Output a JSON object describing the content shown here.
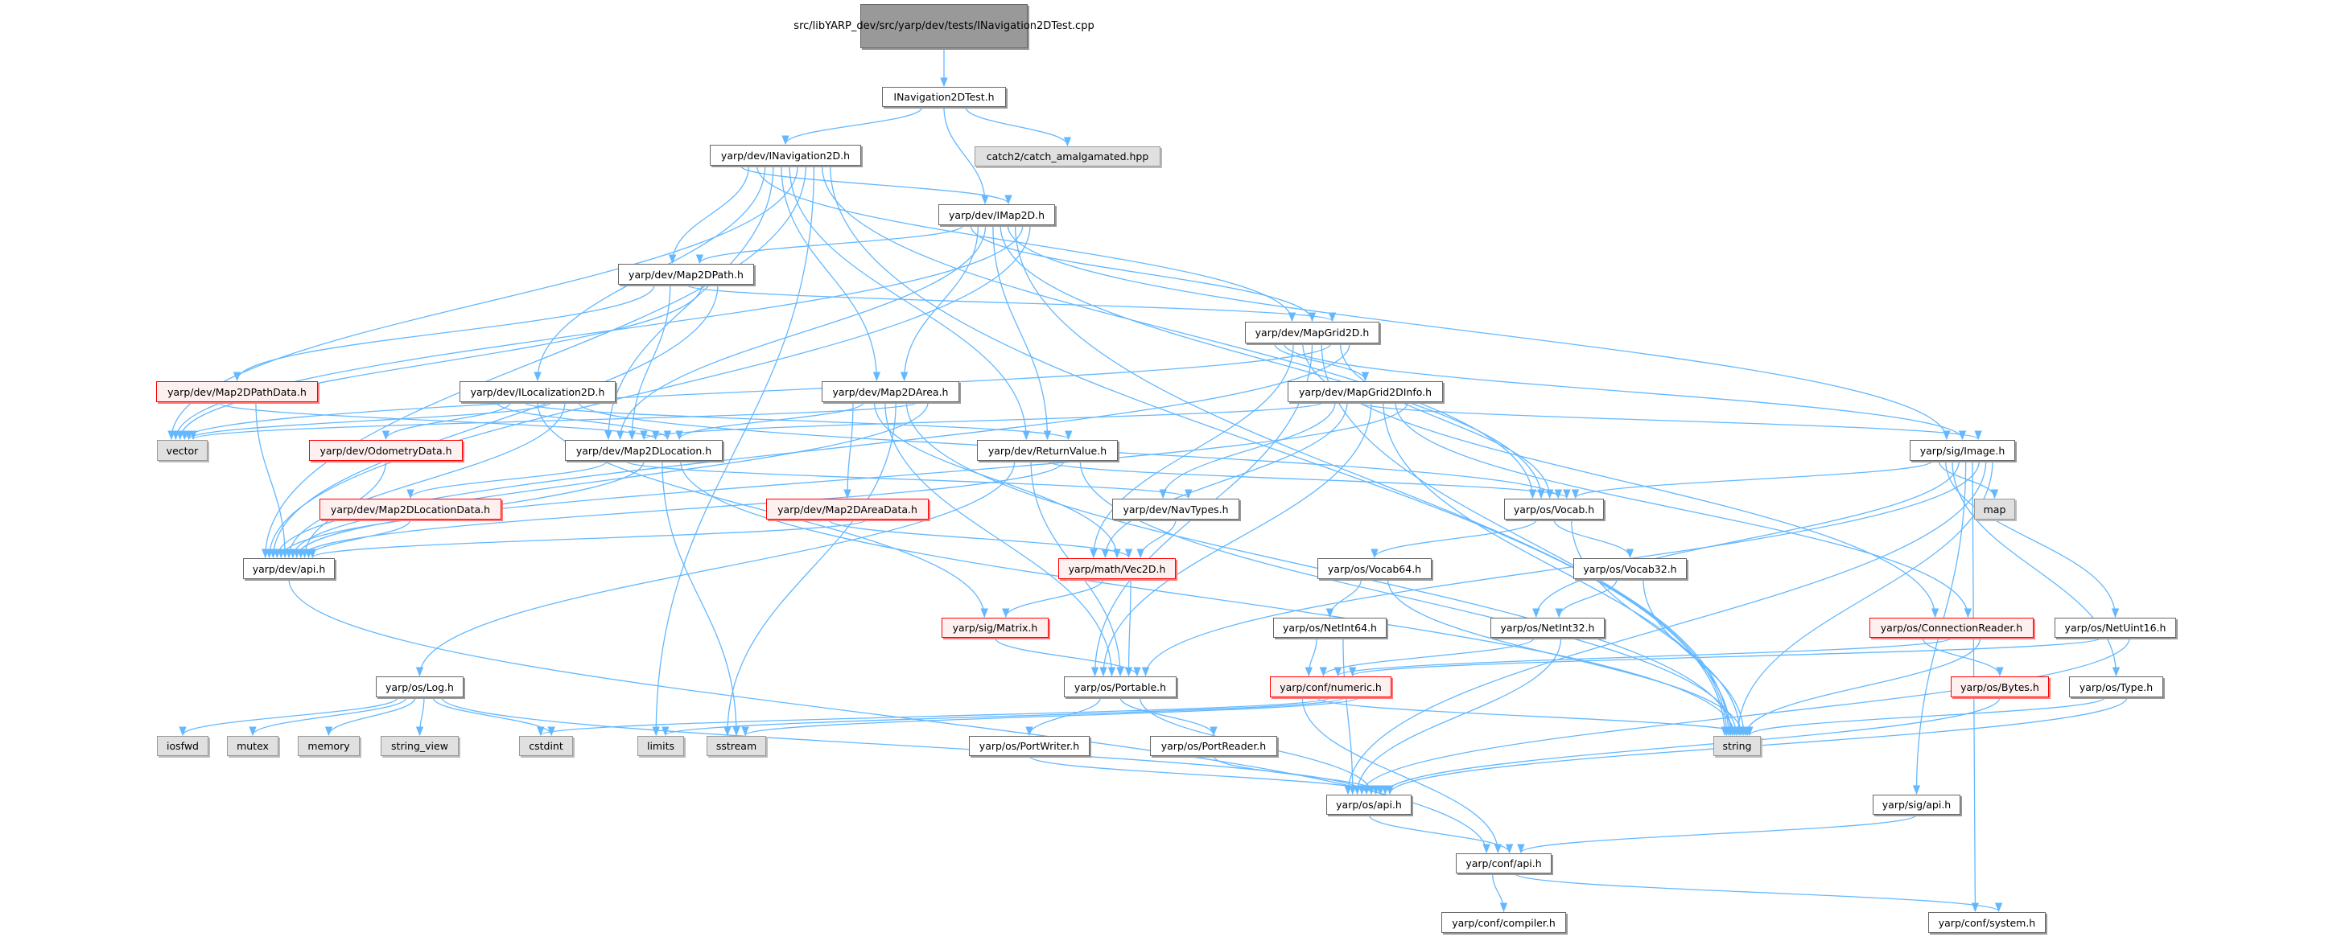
{
  "graph": {
    "title": "Include dependency graph",
    "edge_color": "#63b8ff",
    "nodes": {
      "cpp": {
        "label": "src/libYARP_dev/src/yarp/dev/tests/INavigation2DTest.cpp",
        "kind": "root"
      },
      "test_h": {
        "label": "INavigation2DTest.h",
        "kind": "normal"
      },
      "inav": {
        "label": "yarp/dev/INavigation2D.h",
        "kind": "normal"
      },
      "catch2": {
        "label": "catch2/catch_amalgamated.hpp",
        "kind": "sys"
      },
      "imap": {
        "label": "yarp/dev/IMap2D.h",
        "kind": "normal"
      },
      "path": {
        "label": "yarp/dev/Map2DPath.h",
        "kind": "normal"
      },
      "grid": {
        "label": "yarp/dev/MapGrid2D.h",
        "kind": "normal"
      },
      "pathdata": {
        "label": "yarp/dev/Map2DPathData.h",
        "kind": "red"
      },
      "iloc": {
        "label": "yarp/dev/ILocalization2D.h",
        "kind": "normal"
      },
      "area": {
        "label": "yarp/dev/Map2DArea.h",
        "kind": "normal"
      },
      "gridinfo": {
        "label": "yarp/dev/MapGrid2DInfo.h",
        "kind": "normal"
      },
      "vector": {
        "label": "vector",
        "kind": "sys"
      },
      "odom": {
        "label": "yarp/dev/OdometryData.h",
        "kind": "red"
      },
      "loc": {
        "label": "yarp/dev/Map2DLocation.h",
        "kind": "normal"
      },
      "retval": {
        "label": "yarp/dev/ReturnValue.h",
        "kind": "normal"
      },
      "image": {
        "label": "yarp/sig/Image.h",
        "kind": "normal"
      },
      "locdata": {
        "label": "yarp/dev/Map2DLocationData.h",
        "kind": "red"
      },
      "areadata": {
        "label": "yarp/dev/Map2DAreaData.h",
        "kind": "red"
      },
      "navtypes": {
        "label": "yarp/dev/NavTypes.h",
        "kind": "normal"
      },
      "vocab": {
        "label": "yarp/os/Vocab.h",
        "kind": "normal"
      },
      "map": {
        "label": "map",
        "kind": "sys"
      },
      "devapi": {
        "label": "yarp/dev/api.h",
        "kind": "normal"
      },
      "vec2d": {
        "label": "yarp/math/Vec2D.h",
        "kind": "red"
      },
      "vocab64": {
        "label": "yarp/os/Vocab64.h",
        "kind": "normal"
      },
      "vocab32": {
        "label": "yarp/os/Vocab32.h",
        "kind": "normal"
      },
      "matrix": {
        "label": "yarp/sig/Matrix.h",
        "kind": "red"
      },
      "netint64": {
        "label": "yarp/os/NetInt64.h",
        "kind": "normal"
      },
      "netint32": {
        "label": "yarp/os/NetInt32.h",
        "kind": "normal"
      },
      "connreader": {
        "label": "yarp/os/ConnectionReader.h",
        "kind": "red"
      },
      "netuint16": {
        "label": "yarp/os/NetUint16.h",
        "kind": "normal"
      },
      "log": {
        "label": "yarp/os/Log.h",
        "kind": "normal"
      },
      "portable": {
        "label": "yarp/os/Portable.h",
        "kind": "normal"
      },
      "numeric": {
        "label": "yarp/conf/numeric.h",
        "kind": "red"
      },
      "bytes": {
        "label": "yarp/os/Bytes.h",
        "kind": "red"
      },
      "type": {
        "label": "yarp/os/Type.h",
        "kind": "normal"
      },
      "iosfwd": {
        "label": "iosfwd",
        "kind": "sys"
      },
      "mutex": {
        "label": "mutex",
        "kind": "sys"
      },
      "memory": {
        "label": "memory",
        "kind": "sys"
      },
      "string_view": {
        "label": "string_view",
        "kind": "sys"
      },
      "cstdint": {
        "label": "cstdint",
        "kind": "sys"
      },
      "limits": {
        "label": "limits",
        "kind": "sys"
      },
      "sstream": {
        "label": "sstream",
        "kind": "sys"
      },
      "portwriter": {
        "label": "yarp/os/PortWriter.h",
        "kind": "normal"
      },
      "portreader": {
        "label": "yarp/os/PortReader.h",
        "kind": "normal"
      },
      "string": {
        "label": "string",
        "kind": "sys"
      },
      "osapi": {
        "label": "yarp/os/api.h",
        "kind": "normal"
      },
      "sigapi": {
        "label": "yarp/sig/api.h",
        "kind": "normal"
      },
      "confapi": {
        "label": "yarp/conf/api.h",
        "kind": "normal"
      },
      "compiler": {
        "label": "yarp/conf/compiler.h",
        "kind": "normal"
      },
      "system": {
        "label": "yarp/conf/system.h",
        "kind": "normal"
      }
    },
    "edges": [
      [
        "cpp",
        "test_h"
      ],
      [
        "test_h",
        "inav"
      ],
      [
        "test_h",
        "imap"
      ],
      [
        "test_h",
        "catch2"
      ],
      [
        "inav",
        "imap"
      ],
      [
        "inav",
        "path"
      ],
      [
        "inav",
        "grid"
      ],
      [
        "inav",
        "iloc"
      ],
      [
        "inav",
        "loc"
      ],
      [
        "inav",
        "area"
      ],
      [
        "inav",
        "retval"
      ],
      [
        "inav",
        "vector"
      ],
      [
        "inav",
        "devapi"
      ],
      [
        "inav",
        "limits"
      ],
      [
        "inav",
        "vocab"
      ],
      [
        "inav",
        "string"
      ],
      [
        "imap",
        "path"
      ],
      [
        "imap",
        "grid"
      ],
      [
        "imap",
        "area"
      ],
      [
        "imap",
        "loc"
      ],
      [
        "imap",
        "retval"
      ],
      [
        "imap",
        "vocab"
      ],
      [
        "imap",
        "image"
      ],
      [
        "imap",
        "string"
      ],
      [
        "imap",
        "vector"
      ],
      [
        "imap",
        "devapi"
      ],
      [
        "path",
        "pathdata"
      ],
      [
        "path",
        "loc"
      ],
      [
        "path",
        "grid"
      ],
      [
        "path",
        "vector"
      ],
      [
        "path",
        "devapi"
      ],
      [
        "grid",
        "gridinfo"
      ],
      [
        "grid",
        "image"
      ],
      [
        "grid",
        "vec2d"
      ],
      [
        "grid",
        "connreader"
      ],
      [
        "grid",
        "portable"
      ],
      [
        "grid",
        "string"
      ],
      [
        "grid",
        "vector"
      ],
      [
        "grid",
        "vocab"
      ],
      [
        "grid",
        "devapi"
      ],
      [
        "gridinfo",
        "loc"
      ],
      [
        "gridinfo",
        "navtypes"
      ],
      [
        "gridinfo",
        "vec2d"
      ],
      [
        "gridinfo",
        "image"
      ],
      [
        "gridinfo",
        "portable"
      ],
      [
        "gridinfo",
        "string"
      ],
      [
        "gridinfo",
        "connreader"
      ],
      [
        "gridinfo",
        "devapi"
      ],
      [
        "pathdata",
        "loc"
      ],
      [
        "pathdata",
        "devapi"
      ],
      [
        "iloc",
        "loc"
      ],
      [
        "iloc",
        "odom"
      ],
      [
        "iloc",
        "retval"
      ],
      [
        "iloc",
        "matrix"
      ],
      [
        "iloc",
        "vector"
      ],
      [
        "iloc",
        "devapi"
      ],
      [
        "iloc",
        "vocab"
      ],
      [
        "area",
        "areadata"
      ],
      [
        "area",
        "loc"
      ],
      [
        "area",
        "vec2d"
      ],
      [
        "area",
        "portable"
      ],
      [
        "area",
        "sstream"
      ],
      [
        "area",
        "string"
      ],
      [
        "area",
        "vector"
      ],
      [
        "area",
        "devapi"
      ],
      [
        "loc",
        "locdata"
      ],
      [
        "loc",
        "navtypes"
      ],
      [
        "loc",
        "devapi"
      ],
      [
        "loc",
        "sstream"
      ],
      [
        "loc",
        "string"
      ],
      [
        "retval",
        "log"
      ],
      [
        "retval",
        "portable"
      ],
      [
        "retval",
        "vocab"
      ],
      [
        "retval",
        "devapi"
      ],
      [
        "retval",
        "string"
      ],
      [
        "odom",
        "devapi"
      ],
      [
        "locdata",
        "devapi"
      ],
      [
        "areadata",
        "vec2d"
      ],
      [
        "areadata",
        "devapi"
      ],
      [
        "navtypes",
        "vec2d"
      ],
      [
        "vec2d",
        "matrix"
      ],
      [
        "vec2d",
        "portable"
      ],
      [
        "matrix",
        "portable"
      ],
      [
        "devapi",
        "confapi"
      ],
      [
        "image",
        "vocab"
      ],
      [
        "image",
        "map"
      ],
      [
        "image",
        "netuint16"
      ],
      [
        "image",
        "type"
      ],
      [
        "image",
        "netint32"
      ],
      [
        "image",
        "sigapi"
      ],
      [
        "image",
        "system"
      ],
      [
        "image",
        "portable"
      ],
      [
        "image",
        "osapi"
      ],
      [
        "image",
        "string"
      ],
      [
        "vocab",
        "vocab64"
      ],
      [
        "vocab",
        "vocab32"
      ],
      [
        "vocab",
        "string"
      ],
      [
        "vocab64",
        "netint64"
      ],
      [
        "vocab64",
        "string"
      ],
      [
        "vocab32",
        "netint32"
      ],
      [
        "vocab32",
        "string"
      ],
      [
        "netint64",
        "numeric"
      ],
      [
        "netint64",
        "osapi"
      ],
      [
        "netint32",
        "numeric"
      ],
      [
        "netint32",
        "osapi"
      ],
      [
        "connreader",
        "bytes"
      ],
      [
        "connreader",
        "numeric"
      ],
      [
        "connreader",
        "string"
      ],
      [
        "netuint16",
        "numeric"
      ],
      [
        "netuint16",
        "osapi"
      ],
      [
        "numeric",
        "confapi"
      ],
      [
        "numeric",
        "string"
      ],
      [
        "numeric",
        "cstdint"
      ],
      [
        "numeric",
        "limits"
      ],
      [
        "numeric",
        "sstream"
      ],
      [
        "log",
        "iosfwd"
      ],
      [
        "log",
        "mutex"
      ],
      [
        "log",
        "memory"
      ],
      [
        "log",
        "string_view"
      ],
      [
        "log",
        "cstdint"
      ],
      [
        "log",
        "osapi"
      ],
      [
        "portable",
        "portwriter"
      ],
      [
        "portable",
        "portreader"
      ],
      [
        "portable",
        "osapi"
      ],
      [
        "portwriter",
        "osapi"
      ],
      [
        "portreader",
        "osapi"
      ],
      [
        "bytes",
        "osapi"
      ],
      [
        "type",
        "string"
      ],
      [
        "type",
        "osapi"
      ],
      [
        "osapi",
        "confapi"
      ],
      [
        "sigapi",
        "confapi"
      ],
      [
        "confapi",
        "compiler"
      ],
      [
        "confapi",
        "system"
      ]
    ]
  }
}
